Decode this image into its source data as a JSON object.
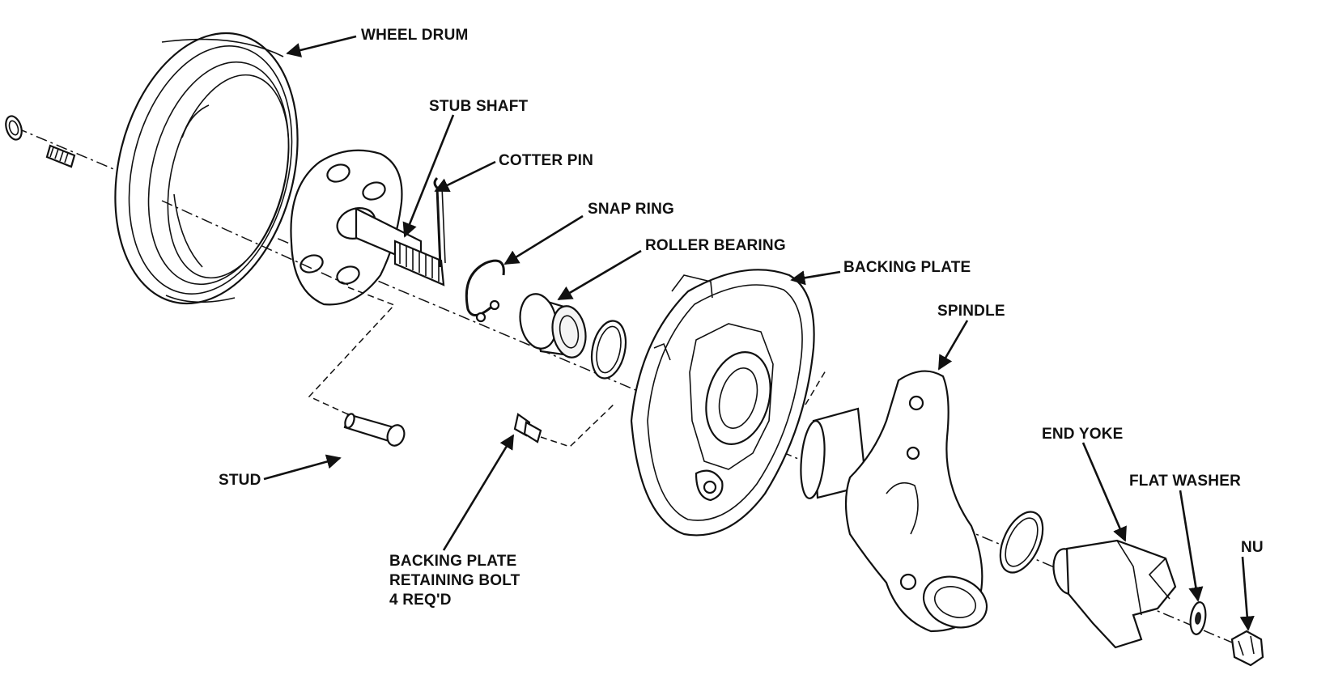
{
  "diagram": {
    "labels": {
      "wheel_drum": "WHEEL DRUM",
      "stub_shaft": "STUB SHAFT",
      "cotter_pin": "COTTER PIN",
      "snap_ring": "SNAP RING",
      "roller_bearing": "ROLLER BEARING",
      "backing_plate": "BACKING PLATE",
      "spindle": "SPINDLE",
      "end_yoke": "END YOKE",
      "flat_washer": "FLAT WASHER",
      "nut": "NU",
      "stud": "STUD",
      "backing_plate_retaining_bolt": [
        "BACKING PLATE",
        "RETAINING BOLT",
        "4 REQ'D"
      ]
    }
  }
}
